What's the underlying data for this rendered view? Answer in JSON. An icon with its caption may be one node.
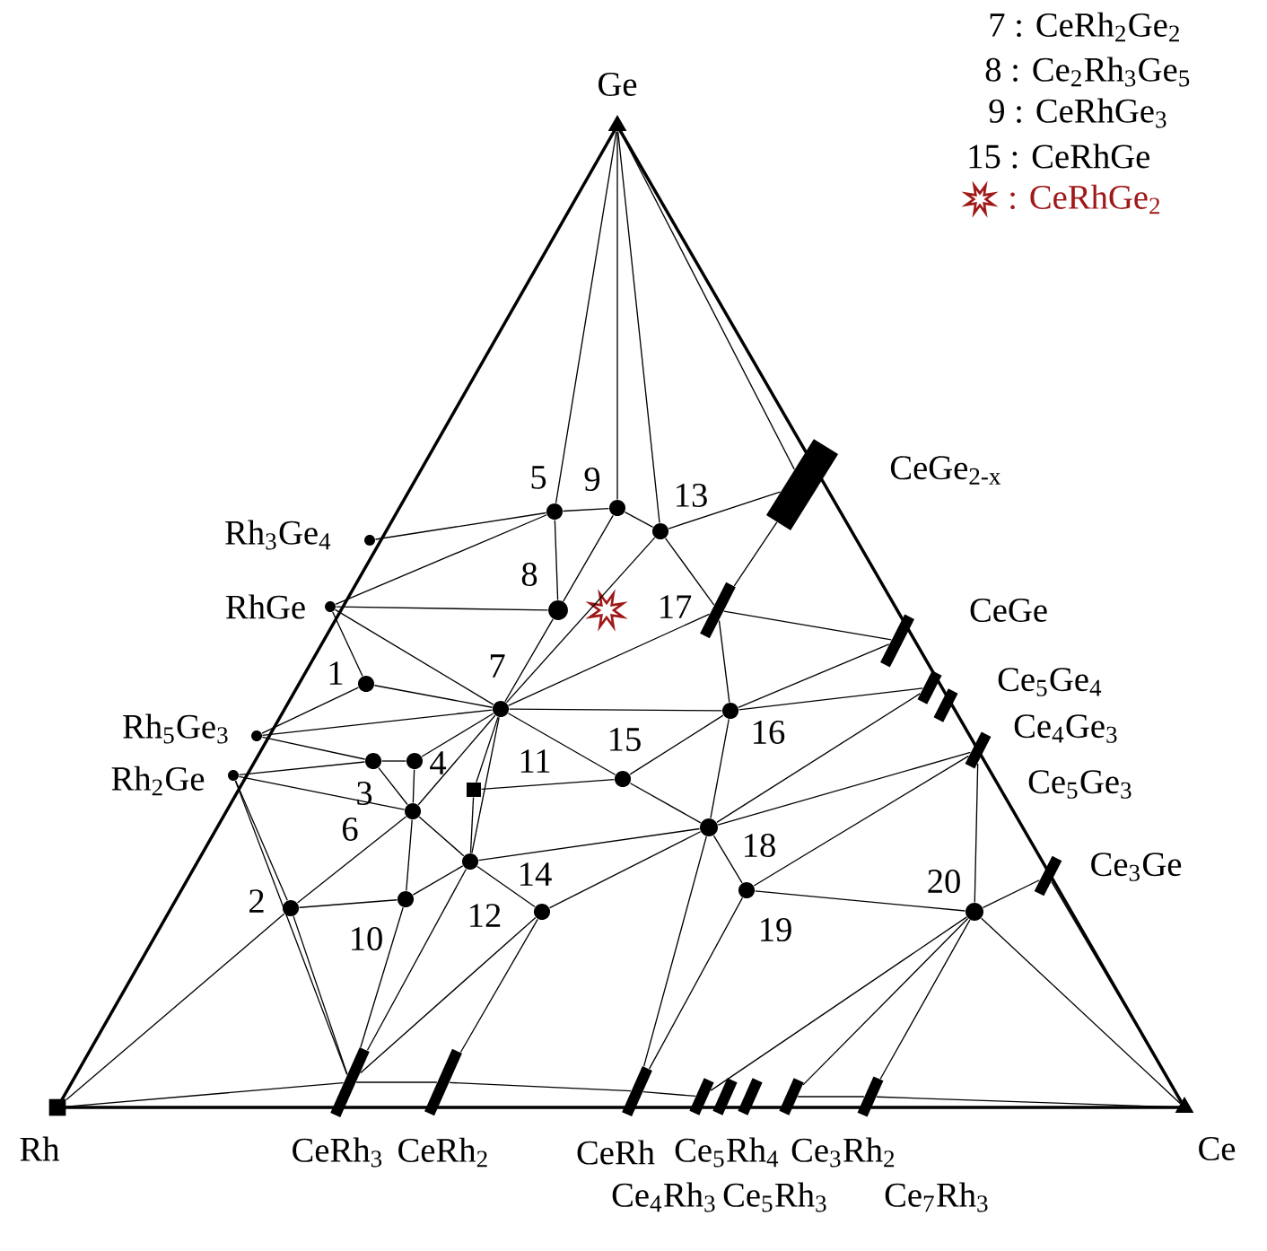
{
  "diagram": {
    "nodes": [
      {
        "text": [
          "Ge"
        ]
      },
      {
        "text": [
          "Rh"
        ]
      },
      {
        "text": [
          "Ce"
        ]
      },
      {
        "text": [
          "Rh$_{3}$Ge$_{4}$"
        ]
      },
      {
        "text": [
          "RhGe"
        ]
      },
      {
        "text": [
          "Rh$_{5}$Ge$_{3}$"
        ]
      },
      {
        "text": [
          "Rh$_{2}$Ge"
        ]
      },
      {
        "text": [
          "CeGe$_{2-x}$"
        ]
      },
      {
        "text": [
          "CeGe"
        ]
      },
      {
        "text": [
          "Ce$_{5}$Ge$_{4}$"
        ]
      },
      {
        "text": [
          "Ce$_{4}$Ge$_{3}$"
        ]
      },
      {
        "text": [
          "Ce$_{5}$Ge$_{3}$"
        ]
      },
      {
        "text": [
          "Ce$_{3}$Ge"
        ]
      },
      {
        "text": [
          "CeRh$_{3}$"
        ]
      },
      {
        "text": [
          "CeRh$_{2}$"
        ]
      },
      {
        "text": [
          "CeRh"
        ]
      },
      {
        "text": [
          "Ce$_{5}$Rh$_{4}$"
        ]
      },
      {
        "text": [
          "Ce$_{4}$Rh$_{3}$"
        ]
      },
      {
        "text": [
          "Ce$_{5}$Rh$_{3}$"
        ]
      },
      {
        "text": [
          "Ce$_{3}$Rh$_{2}$"
        ]
      },
      {
        "text": [
          "Ce$_{7}$Rh$_{3}$"
        ]
      },
      {
        "text": [
          "1"
        ]
      },
      {
        "text": [
          "2"
        ]
      },
      {
        "text": [
          "3"
        ]
      },
      {
        "text": [
          "4"
        ]
      },
      {
        "text": [
          "5"
        ]
      },
      {
        "text": [
          "6"
        ]
      },
      {
        "text": [
          "7"
        ]
      },
      {
        "text": [
          "8"
        ]
      },
      {
        "text": [
          "9"
        ]
      },
      {
        "text": [
          "10"
        ]
      },
      {
        "text": [
          "11"
        ]
      },
      {
        "text": [
          "12"
        ]
      },
      {
        "text": [
          "13"
        ]
      },
      {
        "text": [
          "14"
        ]
      },
      {
        "text": [
          "15"
        ]
      },
      {
        "text": [
          "16"
        ]
      },
      {
        "text": [
          "17"
        ]
      },
      {
        "text": [
          "18"
        ]
      },
      {
        "text": [
          "19"
        ]
      },
      {
        "text": [
          "20"
        ]
      },
      {
        "text": [],
        "shape": "star"
      }
    ],
    "edges": [
      {
        "from": 0,
        "to": 25,
        "arrow": "none"
      },
      {
        "from": 0,
        "to": 29,
        "arrow": "none"
      },
      {
        "from": 0,
        "to": 33,
        "arrow": "none"
      },
      {
        "from": 0,
        "to": 7,
        "arrow": "none"
      },
      {
        "from": 3,
        "to": 25,
        "arrow": "none"
      },
      {
        "from": 4,
        "to": 25,
        "arrow": "none"
      },
      {
        "from": 4,
        "to": 28,
        "arrow": "none"
      },
      {
        "from": 4,
        "to": 21,
        "arrow": "none"
      },
      {
        "from": 4,
        "to": 27,
        "arrow": "none"
      },
      {
        "from": 25,
        "to": 29,
        "arrow": "none"
      },
      {
        "from": 25,
        "to": 28,
        "arrow": "none"
      },
      {
        "from": 29,
        "to": 33,
        "arrow": "none"
      },
      {
        "from": 29,
        "to": 28,
        "arrow": "none"
      },
      {
        "from": 33,
        "to": 27,
        "arrow": "none"
      },
      {
        "from": 33,
        "to": 7,
        "arrow": "none"
      },
      {
        "from": 33,
        "to": 37,
        "arrow": "none"
      },
      {
        "from": 28,
        "to": 27,
        "arrow": "none"
      },
      {
        "from": 21,
        "to": 27,
        "arrow": "none"
      },
      {
        "from": 21,
        "to": 5,
        "arrow": "none"
      },
      {
        "from": 5,
        "to": 27,
        "arrow": "none"
      },
      {
        "from": 5,
        "to": 23,
        "arrow": "none"
      },
      {
        "from": 6,
        "to": 23,
        "arrow": "none"
      },
      {
        "from": 6,
        "to": 26,
        "arrow": "none"
      },
      {
        "from": 6,
        "to": 22,
        "arrow": "none"
      },
      {
        "from": 6,
        "to": 13,
        "arrow": "none"
      },
      {
        "from": 1,
        "to": 22,
        "arrow": "none"
      },
      {
        "from": 1,
        "to": 13,
        "arrow": "none"
      },
      {
        "from": 22,
        "to": 26,
        "arrow": "none"
      },
      {
        "from": 22,
        "to": 30,
        "arrow": "none"
      },
      {
        "from": 22,
        "to": 13,
        "arrow": "none"
      },
      {
        "from": 23,
        "to": 24,
        "arrow": "none"
      },
      {
        "from": 23,
        "to": 26,
        "arrow": "none"
      },
      {
        "from": 24,
        "to": 26,
        "arrow": "none"
      },
      {
        "from": 24,
        "to": 27,
        "arrow": "none"
      },
      {
        "from": 26,
        "to": 27,
        "arrow": "none"
      },
      {
        "from": 26,
        "to": 30,
        "arrow": "none"
      },
      {
        "from": 26,
        "to": 32,
        "arrow": "none"
      },
      {
        "from": 30,
        "to": 32,
        "arrow": "none"
      },
      {
        "from": 30,
        "to": 13,
        "arrow": "none"
      },
      {
        "from": 32,
        "to": 13,
        "arrow": "none"
      },
      {
        "from": 32,
        "to": 31,
        "arrow": "none"
      },
      {
        "from": 31,
        "to": 27,
        "arrow": "none"
      },
      {
        "from": 31,
        "to": 35,
        "arrow": "none"
      },
      {
        "from": 32,
        "to": 34,
        "arrow": "none"
      },
      {
        "from": 32,
        "to": 38,
        "arrow": "none"
      },
      {
        "from": 34,
        "to": 13,
        "arrow": "none"
      },
      {
        "from": 34,
        "to": 14,
        "arrow": "none"
      },
      {
        "from": 34,
        "to": 38,
        "arrow": "none"
      },
      {
        "from": 13,
        "to": 14,
        "arrow": "none"
      },
      {
        "from": 27,
        "to": 35,
        "arrow": "none"
      },
      {
        "from": 27,
        "to": 36,
        "arrow": "none"
      },
      {
        "from": 27,
        "to": 32,
        "arrow": "none"
      },
      {
        "from": 35,
        "to": 36,
        "arrow": "none"
      },
      {
        "from": 35,
        "to": 38,
        "arrow": "none"
      },
      {
        "from": 36,
        "to": 38,
        "arrow": "none"
      },
      {
        "from": 36,
        "to": 37,
        "arrow": "none"
      },
      {
        "from": 36,
        "to": 8,
        "arrow": "none"
      },
      {
        "from": 36,
        "to": 9,
        "arrow": "none"
      },
      {
        "from": 37,
        "to": 8,
        "arrow": "none"
      },
      {
        "from": 37,
        "to": 7,
        "arrow": "none"
      },
      {
        "from": 37,
        "to": 27,
        "arrow": "none"
      },
      {
        "from": 38,
        "to": 15,
        "arrow": "none"
      },
      {
        "from": 38,
        "to": 9,
        "arrow": "none"
      },
      {
        "from": 38,
        "to": 39,
        "arrow": "none"
      },
      {
        "from": 38,
        "to": 11,
        "arrow": "none"
      },
      {
        "from": 39,
        "to": 11,
        "arrow": "none"
      },
      {
        "from": 39,
        "to": 40,
        "arrow": "none"
      },
      {
        "from": 39,
        "to": 15,
        "arrow": "none"
      },
      {
        "from": 40,
        "to": 11,
        "arrow": "none"
      },
      {
        "from": 40,
        "to": 12,
        "arrow": "none"
      },
      {
        "from": 40,
        "to": 2,
        "arrow": "none"
      },
      {
        "from": 40,
        "to": 16,
        "arrow": "none"
      },
      {
        "from": 40,
        "to": 19,
        "arrow": "none"
      },
      {
        "from": 40,
        "to": 20,
        "arrow": "none"
      },
      {
        "from": 12,
        "to": 2,
        "arrow": "none"
      },
      {
        "from": 14,
        "to": 15,
        "arrow": "none"
      },
      {
        "from": 15,
        "to": 16,
        "arrow": "none"
      },
      {
        "from": 19,
        "to": 20,
        "arrow": "none"
      },
      {
        "from": 20,
        "to": 2,
        "arrow": "none"
      }
    ],
    "labels": [
      "7 : CeRh$_{2}$Ge$_{2}$",
      "8 : Ce$_{2}$Rh$_{3}$Ge$_{5}$",
      "9 : CeRhGe$_{3}$",
      "15 : CeRhGe",
      ": CeRhGe$_{2}$"
    ]
  }
}
